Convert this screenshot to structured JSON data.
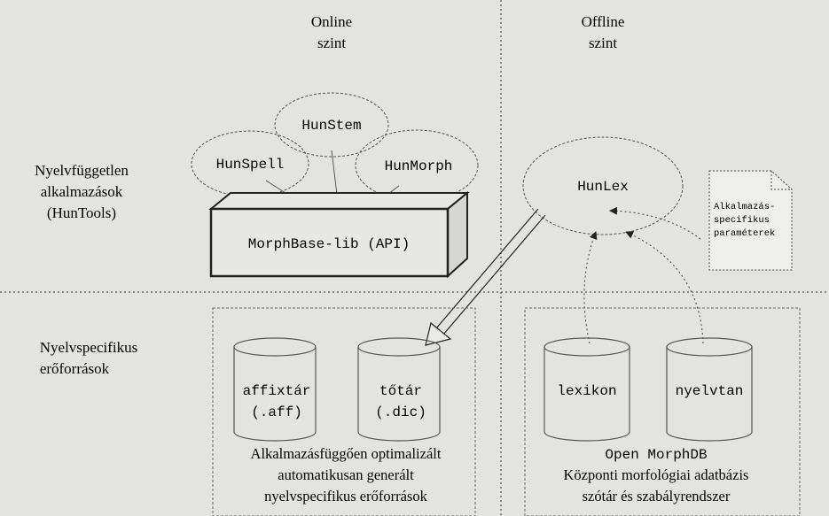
{
  "columns": {
    "online": {
      "line1": "Online",
      "line2": "szint"
    },
    "offline": {
      "line1": "Offline",
      "line2": "szint"
    }
  },
  "rows": {
    "tools": {
      "line1": "Nyelvfüggetlen",
      "line2": "alkalmazások",
      "line3": "(HunTools)"
    },
    "resources": {
      "line1": "Nyelvspecifikus",
      "line2": "erőforrások"
    }
  },
  "modules": {
    "hunstem": "HunStem",
    "hunspell": "HunSpell",
    "hunmorph": "HunMorph",
    "hunlex": "HunLex",
    "morphbase": "MorphBase-lib (API)"
  },
  "document": {
    "line1": "Alkalmazás-",
    "line2": "specifikus",
    "line3": "paraméterek"
  },
  "databases": {
    "affix": {
      "line1": "affixtár",
      "line2": "(.aff)"
    },
    "dic": {
      "line1": "tőtár",
      "line2": "(.dic)"
    },
    "lexicon": {
      "line1": "lexikon"
    },
    "grammar": {
      "line1": "nyelvtan"
    }
  },
  "captions": {
    "generated": {
      "line1": "Alkalmazásfüggően optimalizált",
      "line2": "automatikusan generált",
      "line3": "nyelvspecifikus erőforrások"
    },
    "morphdb": {
      "line1": "Open MorphDB",
      "line2": "Központi morfológiai adatbázis",
      "line3": "szótár és szabályrendszer"
    }
  }
}
